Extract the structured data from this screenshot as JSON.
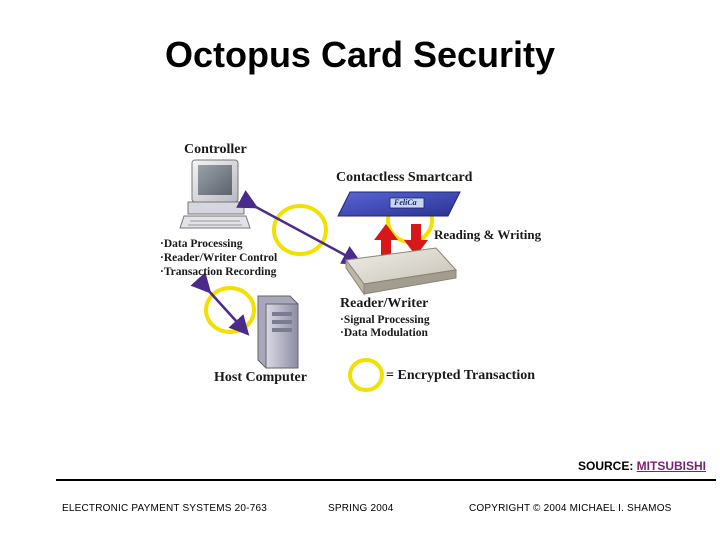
{
  "slide": {
    "title": "Octopus Card Security"
  },
  "diagram": {
    "controller_label": "Controller",
    "controller_functions": [
      "·Data Processing",
      "·Reader/Writer Control",
      "·Transaction Recording"
    ],
    "smartcard_label": "Contactless Smartcard",
    "card_face_text": "FeliCa",
    "reading_writing_label": "Reading & Writing",
    "reader_writer_label": "Reader/Writer",
    "reader_writer_functions": [
      "·Signal Processing",
      "·Data Modulation"
    ],
    "host_computer_label": "Host Computer",
    "legend_label": "= Encrypted Transaction",
    "colors": {
      "encryption_ring": "#f2e000",
      "link_arrow": "#4b2a8c",
      "rw_arrows": "#d81818",
      "card": "#3b46b8"
    }
  },
  "source": {
    "prefix": "SOURCE: ",
    "link_text": "MITSUBISHI"
  },
  "footer": {
    "left": "ELECTRONIC PAYMENT SYSTEMS 20-763",
    "center": "SPRING 2004",
    "right": "COPYRIGHT © 2004 MICHAEL I. SHAMOS"
  }
}
